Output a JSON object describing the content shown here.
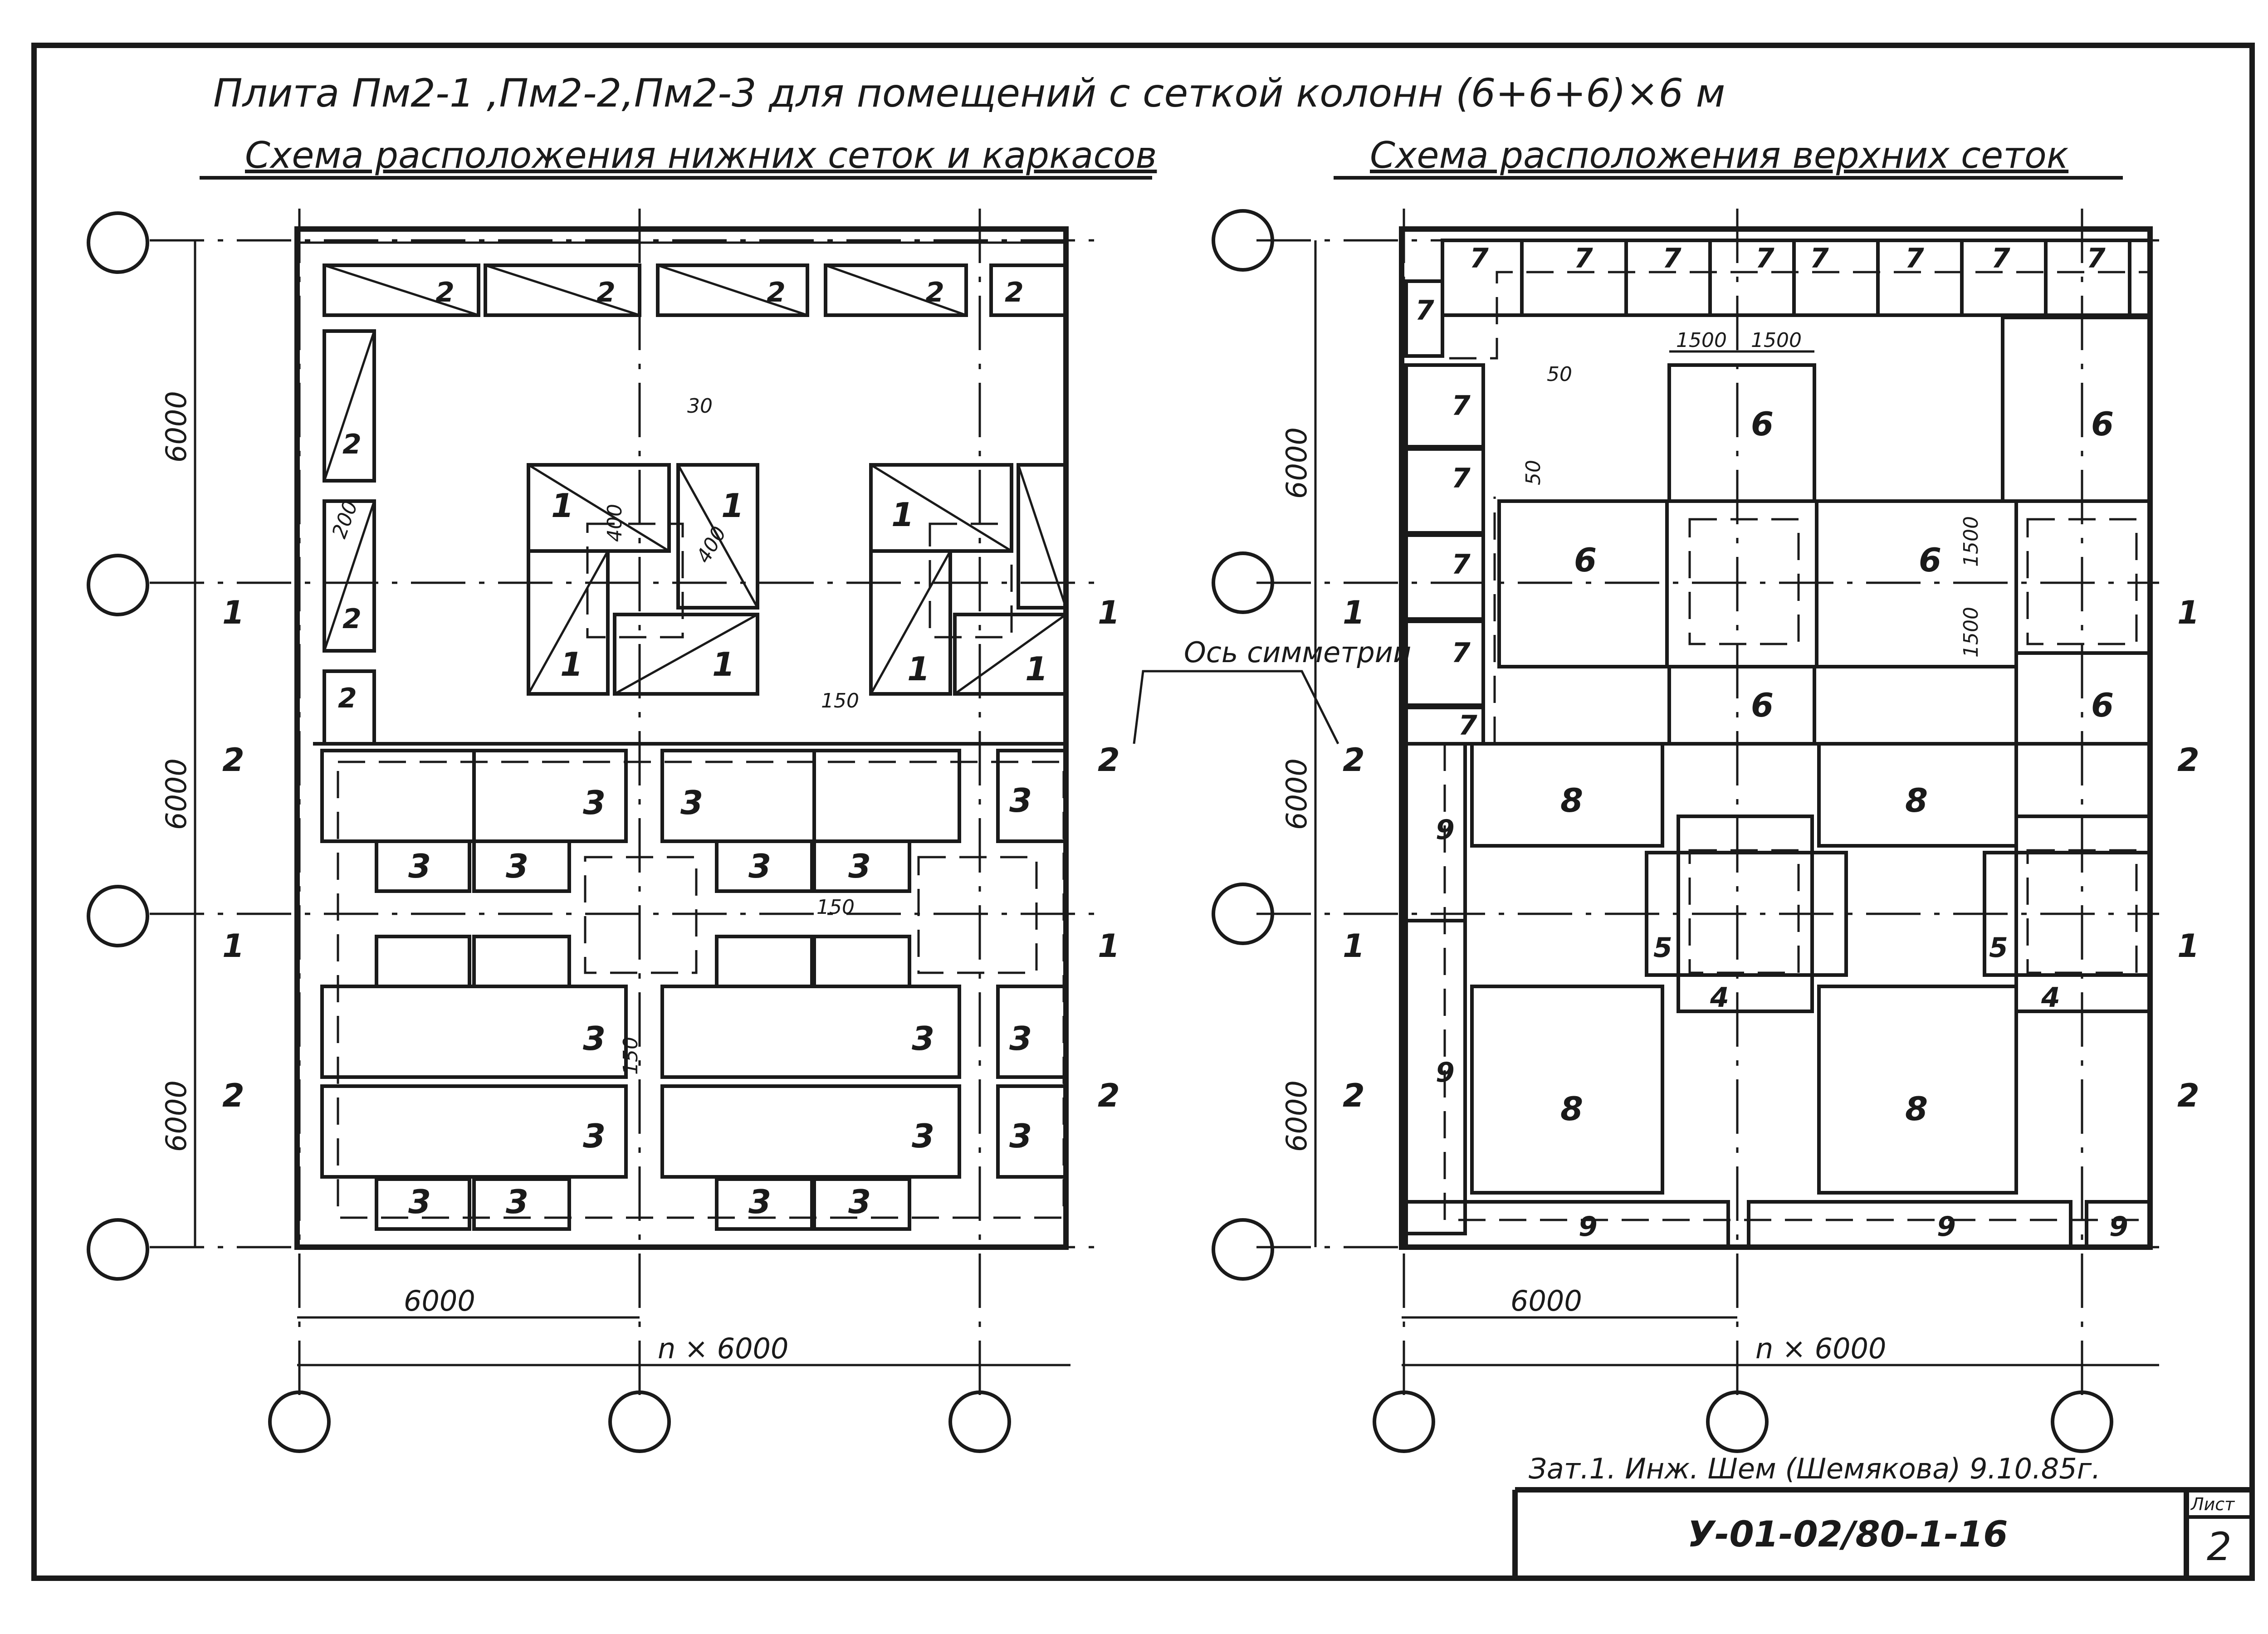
{
  "sheet": {
    "title": "Плита Пм2-1 ,Пм2-2,Пм2-3 для помещений с сеткой колонн (6+6+6)×6 м",
    "left_subtitle": "Схема расположения нижних сеток и каркасов",
    "right_subtitle": "Схема расположения верхних сеток",
    "symmetry_axis_label": "Ось симметрии",
    "stamp_note": "Зат.1. Инж. Шем (Шемякова) 9.10.85г.",
    "doc_code": "У-01-02/80-1-16",
    "sheet_label": "Лист",
    "sheet_number": "2"
  },
  "left_plan": {
    "row_dims": [
      "6000",
      "6000",
      "6000"
    ],
    "dim_bottom_span": "6000",
    "dim_total": "n × 6000",
    "dim_small": [
      "30",
      "400",
      "400",
      "150",
      "150",
      "150",
      "200"
    ],
    "section_marks": [
      "1",
      "2",
      "1",
      "2"
    ],
    "element_marks": {
      "frame_top": "2",
      "frame_side": "2",
      "mesh_1": "1",
      "mesh_3": "3"
    }
  },
  "right_plan": {
    "row_dims": [
      "6000",
      "6000",
      "6000"
    ],
    "dim_bottom_span": "6000",
    "dim_total": "n × 6000",
    "dim_small": [
      "1500",
      "1500",
      "1500",
      "1500",
      "50",
      "50"
    ],
    "section_marks": [
      "1",
      "2",
      "1",
      "2"
    ],
    "element_marks": {
      "mesh_4": "4",
      "mesh_5": "5",
      "mesh_6": "6",
      "mesh_7": "7",
      "mesh_8": "8",
      "mesh_9": "9"
    }
  }
}
